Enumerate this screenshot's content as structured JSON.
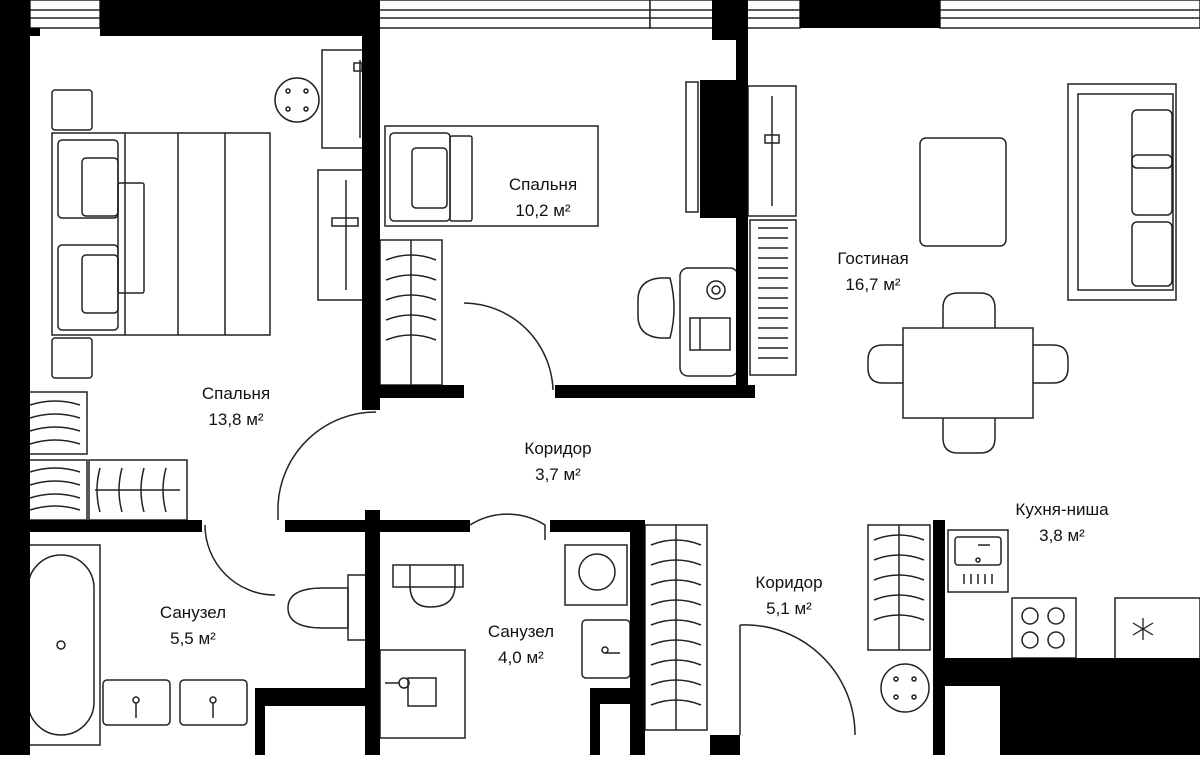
{
  "plan": {
    "colors": {
      "wall": "#000000",
      "line": "#222222",
      "fill": "#ffffff",
      "text": "#111111"
    },
    "rooms": [
      {
        "id": "bedroom-large",
        "name": "Спальня",
        "area": "13,8 м²"
      },
      {
        "id": "bedroom-small",
        "name": "Спальня",
        "area": "10,2 м²"
      },
      {
        "id": "living-room",
        "name": "Гостиная",
        "area": "16,7 м²"
      },
      {
        "id": "corridor-1",
        "name": "Коридор",
        "area": "3,7 м²"
      },
      {
        "id": "kitchen-niche",
        "name": "Кухня-ниша",
        "area": "3,8 м²"
      },
      {
        "id": "corridor-2",
        "name": "Коридор",
        "area": "5,1 м²"
      },
      {
        "id": "bathroom-1",
        "name": "Санузел",
        "area": "5,5 м²"
      },
      {
        "id": "bathroom-2",
        "name": "Санузел",
        "area": "4,0 м²"
      }
    ],
    "fridge_icon": "snowflake-icon"
  }
}
